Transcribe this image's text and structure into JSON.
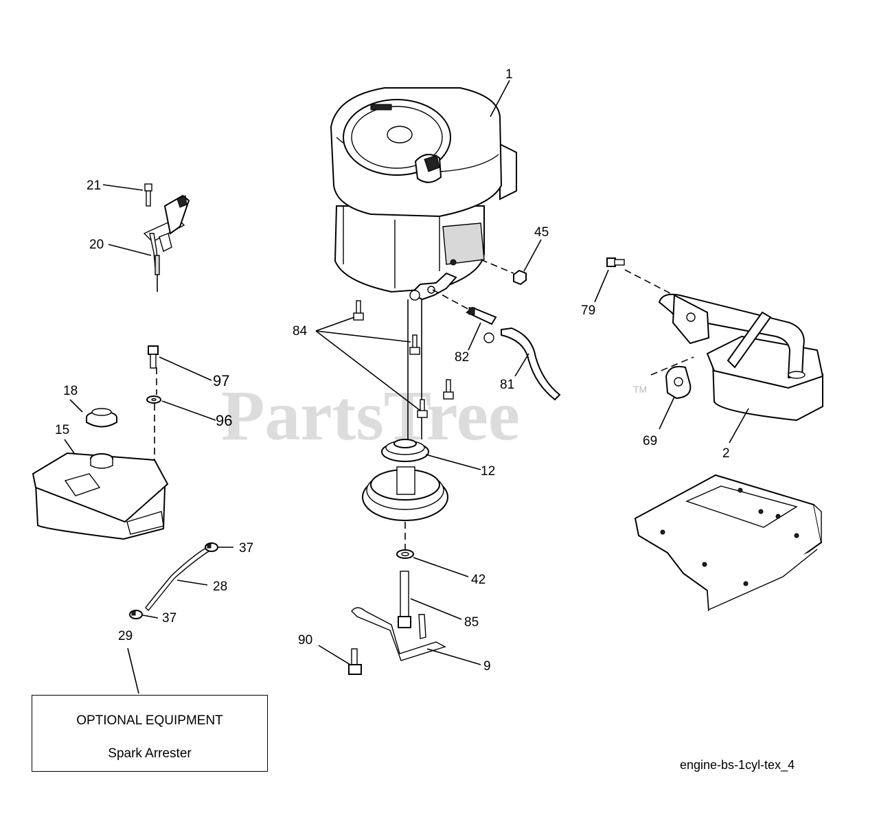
{
  "watermark": {
    "text": "PartsTree",
    "tm": "TM"
  },
  "callouts": {
    "p1": "1",
    "p2": "2",
    "p9": "9",
    "p12": "12",
    "p15": "15",
    "p18": "18",
    "p20": "20",
    "p21": "21",
    "p28": "28",
    "p29": "29",
    "p37a": "37",
    "p37b": "37",
    "p42": "42",
    "p45": "45",
    "p69": "69",
    "p79": "79",
    "p81": "81",
    "p82": "82",
    "p84": "84",
    "p85": "85",
    "p90": "90",
    "p96": "96",
    "p97": "97"
  },
  "optional_box": {
    "title": "OPTIONAL EQUIPMENT",
    "item": "Spark Arrester"
  },
  "diagram_code": "engine-bs-1cyl-tex_4"
}
